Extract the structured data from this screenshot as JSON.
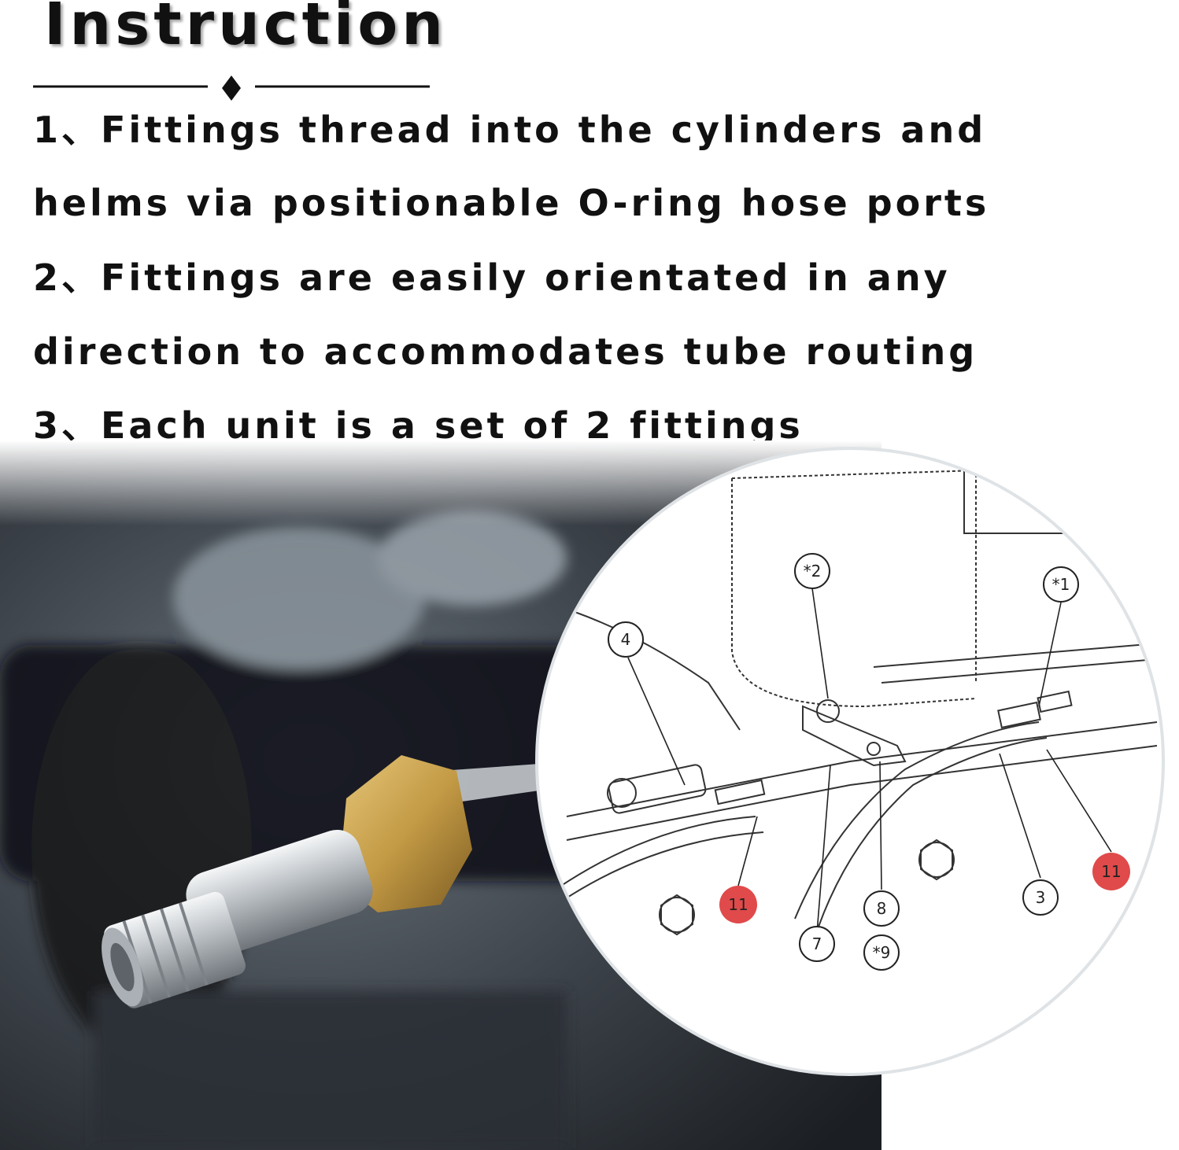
{
  "header": {
    "title": "Instruction"
  },
  "instructions": [
    "1、Fittings thread into the cylinders and",
    "helms via positionable O-ring hose ports",
    "2、Fittings are easily orientated in any",
    "direction to accommodates tube routing",
    "3、Each unit is a set of 2 fittings"
  ],
  "diagram": {
    "callouts": [
      "*2",
      "*1",
      "4",
      "11",
      "7",
      "8",
      "*9",
      "3",
      "11"
    ],
    "highlight_color": "#e04a4a"
  },
  "colors": {
    "text": "#111111",
    "brass": "#c9a24a",
    "steel": "#cfd3d6"
  }
}
